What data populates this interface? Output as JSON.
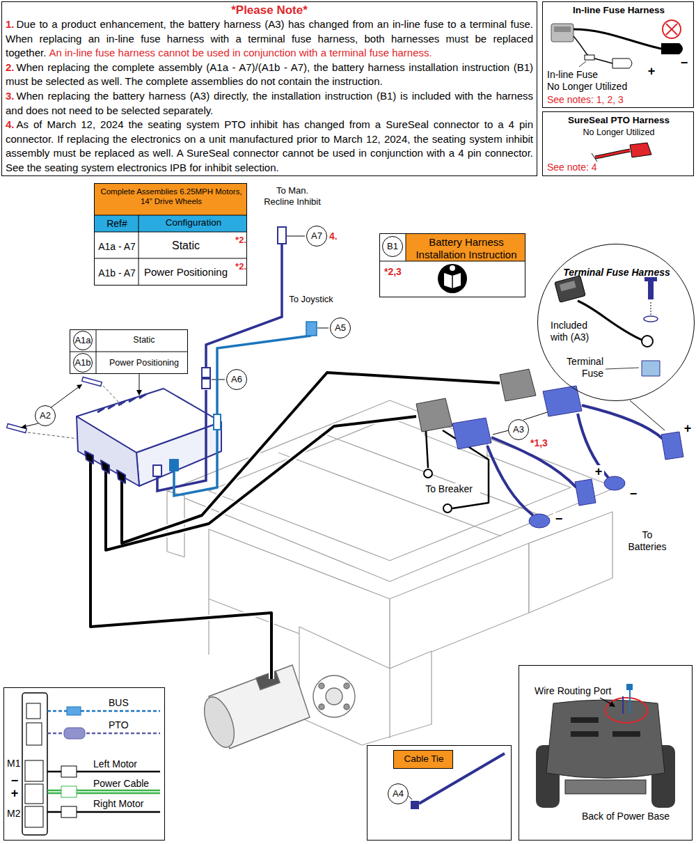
{
  "diagram": {
    "nodes": [
      {
        "text": [
          "*Please Note*",
          "1.",
          "Due to a product enhancement, the battery harness (A3) has changed from an in-line fuse to a terminal fuse. When replacing an in-line fuse harness with a terminal fuse harness, both harnesses must be replaced together.",
          "An in-line fuse harness cannot be used in conjunction with a terminal fuse harness.",
          "2.",
          "When replacing the complete assembly (A1a - A7)/(A1b - A7), the battery harness installation instruction (B1) must be selected as well. The complete assemblies do not contain the instruction.",
          "3.",
          "When replacing the battery harness (A3) directly, the installation instruction (B1) is included with the harness and does not need to be selected separately.",
          "4.",
          "As of March 12, 2024 the seating system PTO inhibit has changed from a SureSeal connector to a 4 pin connector. If replacing the electronics on a unit manufactured prior to March 12, 2024, the seating system inhibit assembly must be replaced as well. A SureSeal connector cannot be used in conjunction with a 4 pin connector. See the seating system electronics IPB for inhibit selection."
        ]
      },
      {
        "text": [
          "In-line Fuse Harness",
          "−",
          "+",
          "In-line Fuse",
          "No Longer Utilized",
          "See notes: 1, 2, 3"
        ]
      },
      {
        "text": [
          "SureSeal PTO Harness",
          "No Longer Utilized",
          "See note: 4"
        ]
      },
      {
        "text": [
          "Complete Assemblies 6.25MPH Motors, 14” Drive Wheels",
          "Ref#",
          "Configuration",
          "A1a - A7",
          "Static",
          "*2.",
          "A1b - A7",
          "Power Positioning",
          "*2."
        ]
      },
      {
        "text": [
          "A7"
        ]
      },
      {
        "text": [
          "Battery Harness Installation Instruction",
          "*2,3"
        ]
      },
      {
        "text": [
          "B1"
        ],
        "in": 5
      },
      {
        "text": [
          "Terminal Fuse Harness",
          "Included with (A3)",
          "Terminal Fuse"
        ]
      },
      {
        "text": [
          "A6"
        ]
      },
      {
        "text": [
          "A5"
        ]
      },
      {
        "text": [
          "Static",
          "Power Positioning"
        ]
      },
      {
        "text": [
          "A1a"
        ],
        "in": 10
      },
      {
        "text": [
          "A1b"
        ],
        "in": 10
      },
      {
        "text": [
          "A2"
        ]
      },
      {
        "text": [
          "A3"
        ]
      },
      {
        "text": [
          "BUS",
          "PTO",
          "Left Motor",
          "Power Cable",
          "Right Motor",
          "M1",
          "−",
          "+",
          "M2"
        ]
      },
      {
        "text": [
          "Wire Routing Port",
          "Back of Power Base"
        ]
      },
      {
        "text": [
          "Cable Tie"
        ]
      },
      {
        "text": [
          "A4"
        ]
      }
    ],
    "labels": [
      "To Man. Recline Inhibit",
      "4.",
      "To Joystick",
      "*1,3",
      "To Breaker",
      "+",
      "−",
      "+",
      "−",
      "To Batteries"
    ]
  }
}
